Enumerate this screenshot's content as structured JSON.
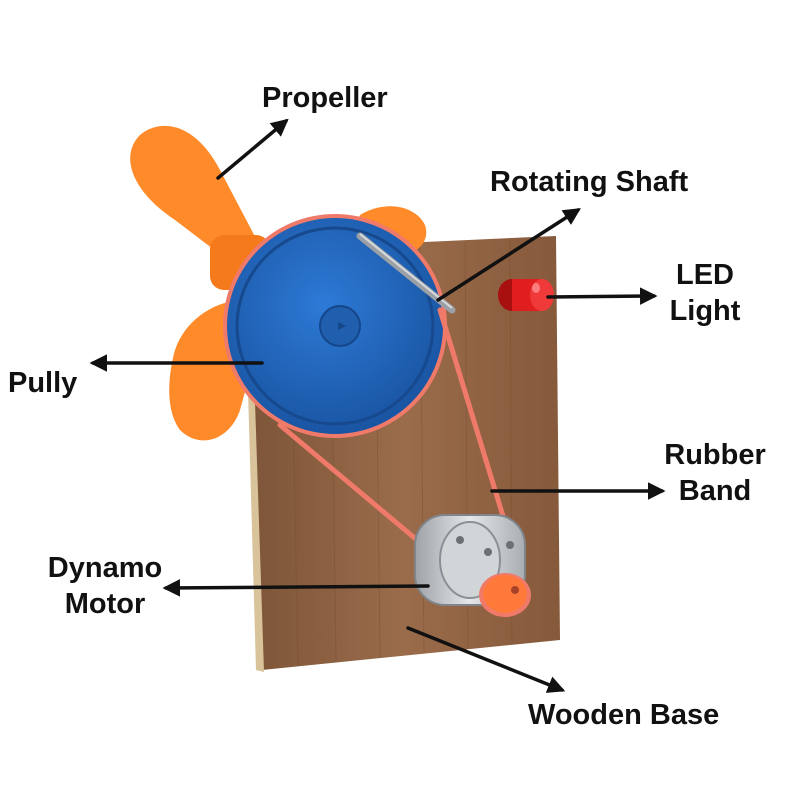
{
  "labels": {
    "propeller": "Propeller",
    "rotating_shaft": "Rotating Shaft",
    "led_line1": "LED",
    "led_line2": "Light",
    "pully": "Pully",
    "rubber_line1": "Rubber",
    "rubber_line2": "Band",
    "dynamo_line1": "Dynamo",
    "dynamo_line2": "Motor",
    "wooden_base": "Wooden Base"
  },
  "colors": {
    "propeller": "#ff8a2a",
    "pulley": "#1d63b8",
    "wood": "#8f6444",
    "rubber_band": "#f07a6a",
    "led": "#e01e1e",
    "motor": "#c9ccd0",
    "arrow": "#111111"
  }
}
